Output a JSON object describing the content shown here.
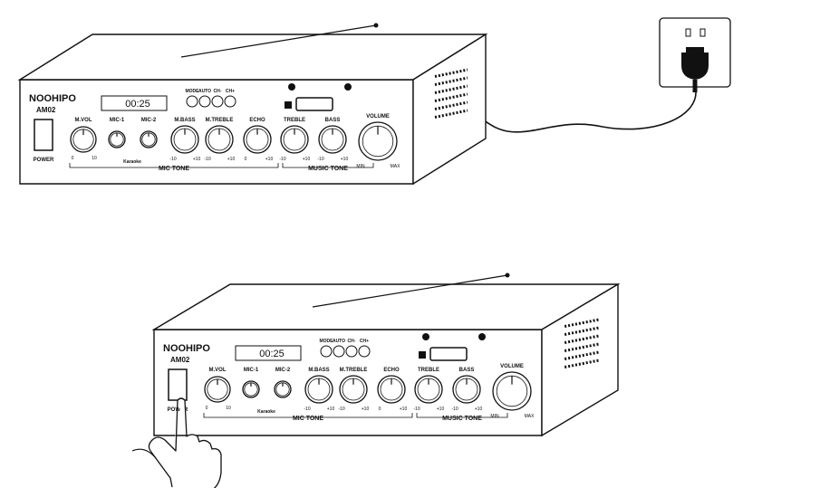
{
  "units": [
    {
      "brand": "NOOHIPO",
      "model": "AM02",
      "display_time": "00:25",
      "mode_buttons": [
        "MODE",
        "AUTO",
        "CH-",
        "CH+"
      ],
      "power_label": "POWER",
      "mic_tone_label": "MIC TONE",
      "music_tone_label": "MUSIC TONE",
      "karaoke_label": "Karaoke",
      "knobs": [
        {
          "label": "M.VOL",
          "min": "0",
          "max": "10"
        },
        {
          "label": "MIC-1",
          "min": "",
          "max": ""
        },
        {
          "label": "MIC-2",
          "min": "",
          "max": ""
        },
        {
          "label": "M.BASS",
          "min": "-10",
          "max": "+10"
        },
        {
          "label": "M.TREBLE",
          "min": "-10",
          "max": "+10"
        },
        {
          "label": "ECHO",
          "min": "0",
          "max": "+10"
        },
        {
          "label": "TREBLE",
          "min": "-10",
          "max": "+10"
        },
        {
          "label": "BASS",
          "min": "-10",
          "max": "+10"
        },
        {
          "label": "VOLUME",
          "min": "MIN",
          "max": "MAX"
        }
      ]
    },
    {
      "brand": "NOOHIPO",
      "model": "AM02",
      "display_time": "00:25",
      "mode_buttons": [
        "MODE",
        "AUTO",
        "CH-",
        "CH+"
      ],
      "power_label": "POWER",
      "mic_tone_label": "MIC TONE",
      "music_tone_label": "MUSIC TONE",
      "karaoke_label": "Karaoke",
      "knobs": [
        {
          "label": "M.VOL",
          "min": "0",
          "max": "10"
        },
        {
          "label": "MIC-1",
          "min": "",
          "max": ""
        },
        {
          "label": "MIC-2",
          "min": "",
          "max": ""
        },
        {
          "label": "M.BASS",
          "min": "-10",
          "max": "+10"
        },
        {
          "label": "M.TREBLE",
          "min": "-10",
          "max": "+10"
        },
        {
          "label": "ECHO",
          "min": "0",
          "max": "+10"
        },
        {
          "label": "TREBLE",
          "min": "-10",
          "max": "+10"
        },
        {
          "label": "BASS",
          "min": "-10",
          "max": "+10"
        },
        {
          "label": "VOLUME",
          "min": "MIN",
          "max": "MAX"
        }
      ]
    }
  ],
  "icons": [
    "wall-outlet-icon",
    "power-plug-icon",
    "antenna-icon",
    "hand-pointer-icon",
    "usb-icon",
    "sd-card-icon"
  ]
}
